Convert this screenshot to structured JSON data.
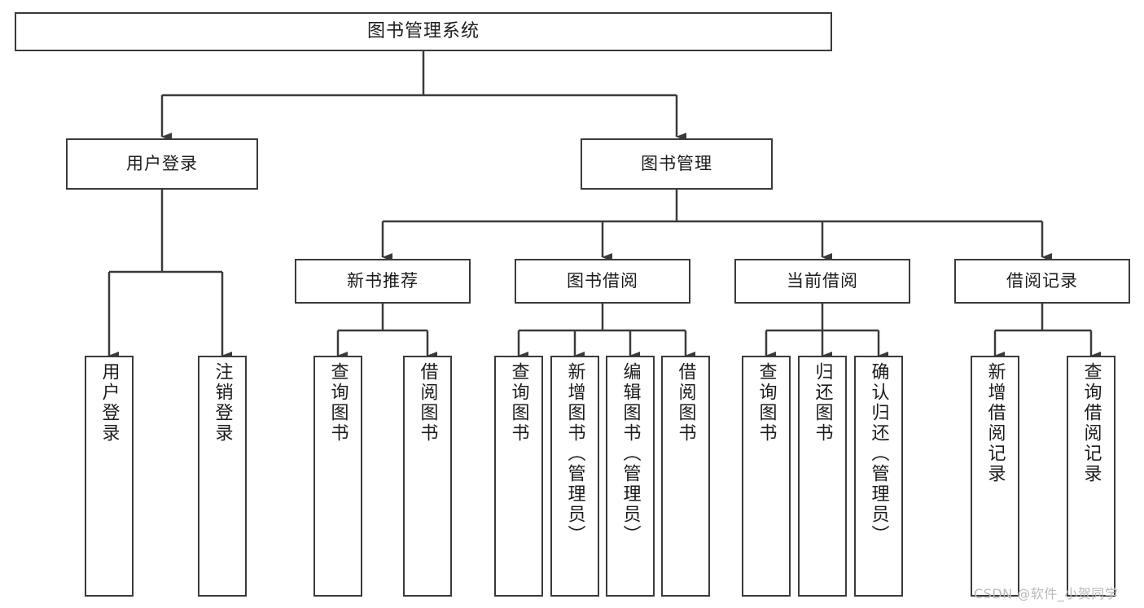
{
  "diagram": {
    "title": "图书管理系统",
    "type": "tree-hierarchy-chart",
    "colors": {
      "background": "#ffffff",
      "border": "#3a3a3a",
      "text": "#1c1c1c",
      "connector": "#3a3a3a",
      "watermark": "#b9b9b9"
    },
    "nodes": {
      "root": {
        "label": "图书管理系统"
      },
      "level2": [
        {
          "label": "用户登录"
        },
        {
          "label": "图书管理"
        }
      ],
      "level3": [
        {
          "label": "新书推荐"
        },
        {
          "label": "图书借阅"
        },
        {
          "label": "当前借阅"
        },
        {
          "label": "借阅记录"
        }
      ],
      "leaves": {
        "user_login": [
          {
            "label": "用户登录"
          },
          {
            "label": "注销登录"
          }
        ],
        "new_book_recommend": [
          {
            "label": "查询图书"
          },
          {
            "label": "借阅图书"
          }
        ],
        "book_borrow": [
          {
            "label": "查询图书"
          },
          {
            "label": "新增图书（管理员）"
          },
          {
            "label": "编辑图书（管理员）"
          },
          {
            "label": "借阅图书"
          }
        ],
        "current_borrow": [
          {
            "label": "查询图书"
          },
          {
            "label": "归还图书"
          },
          {
            "label": "确认归还（管理员）"
          }
        ],
        "borrow_record": [
          {
            "label": "新增借阅记录"
          },
          {
            "label": "查询借阅记录"
          }
        ]
      }
    },
    "watermark": "CSDN @软件_小贺同学"
  }
}
